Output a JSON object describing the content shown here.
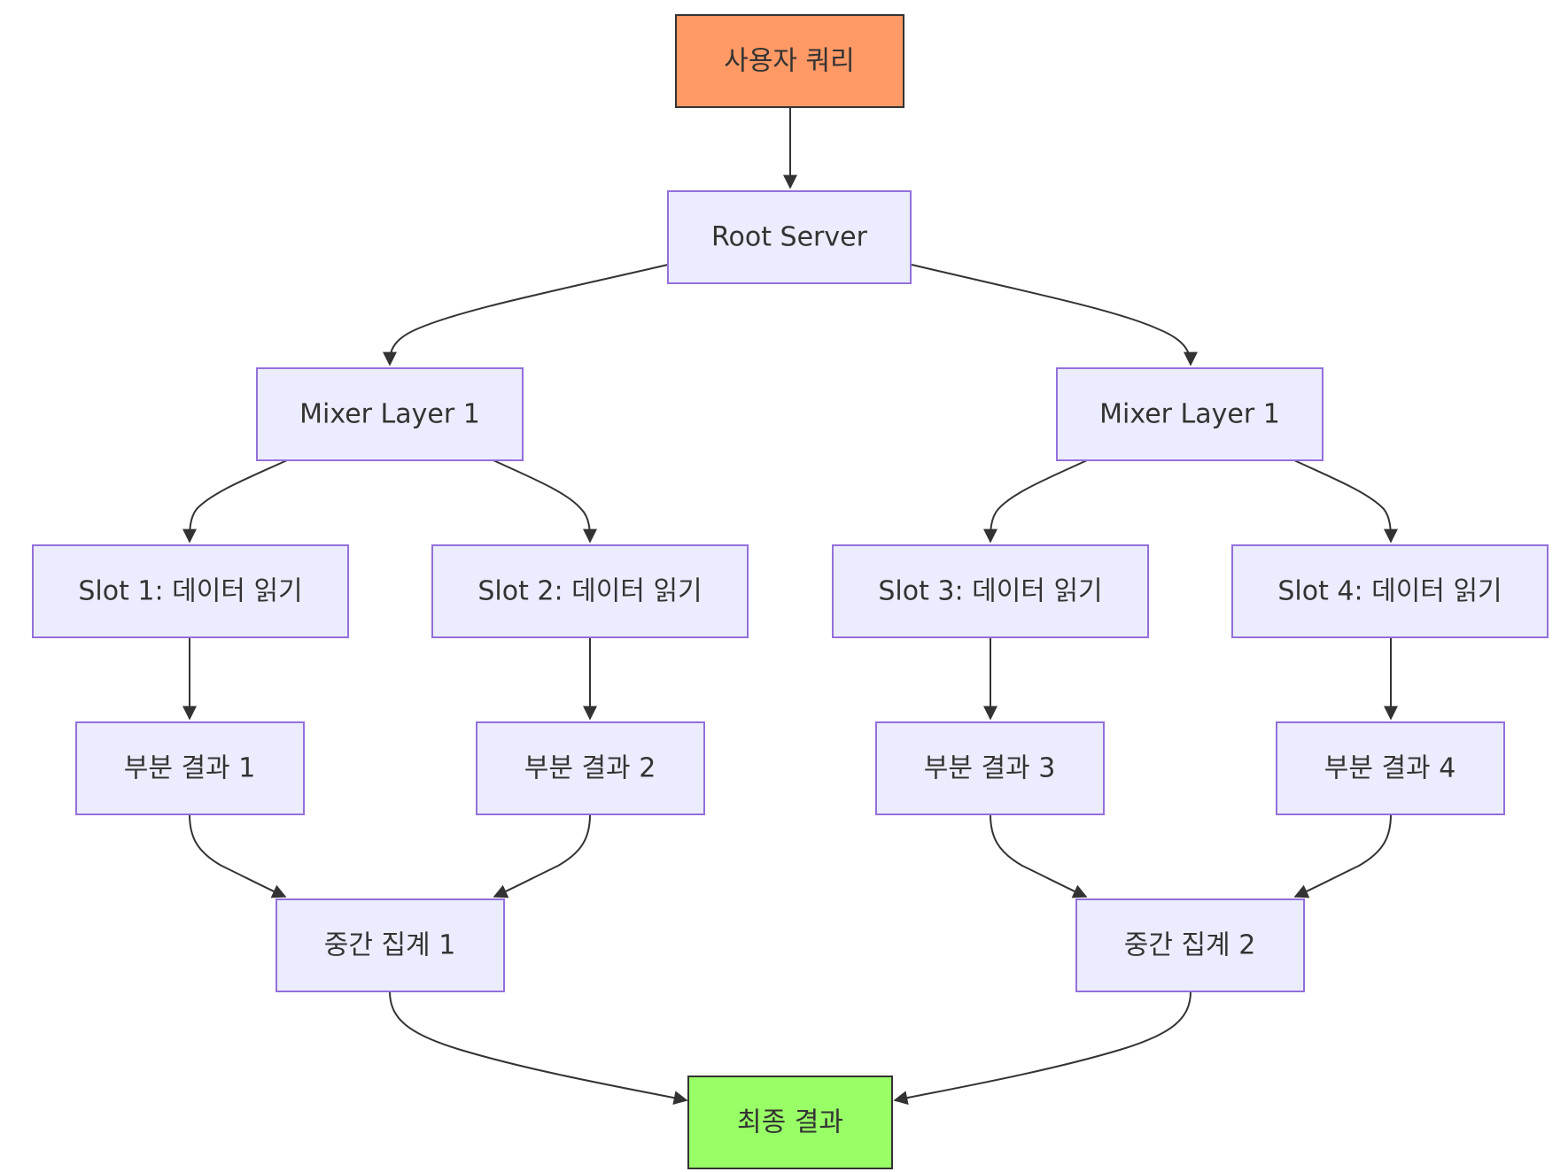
{
  "nodes": {
    "user_query": {
      "label": "사용자 쿼리",
      "fill": "#ff9966",
      "stroke": "#333333"
    },
    "root": {
      "label": "Root Server",
      "fill": "#ececff",
      "stroke": "#9370db"
    },
    "mixer_left": {
      "label": "Mixer Layer 1",
      "fill": "#ececff",
      "stroke": "#9370db"
    },
    "mixer_right": {
      "label": "Mixer Layer 1",
      "fill": "#ececff",
      "stroke": "#9370db"
    },
    "slot1": {
      "label": "Slot 1: 데이터 읽기",
      "fill": "#ececff",
      "stroke": "#9370db"
    },
    "slot2": {
      "label": "Slot 2: 데이터 읽기",
      "fill": "#ececff",
      "stroke": "#9370db"
    },
    "slot3": {
      "label": "Slot 3: 데이터 읽기",
      "fill": "#ececff",
      "stroke": "#9370db"
    },
    "slot4": {
      "label": "Slot 4: 데이터 읽기",
      "fill": "#ececff",
      "stroke": "#9370db"
    },
    "partial1": {
      "label": "부분 결과 1",
      "fill": "#ececff",
      "stroke": "#9370db"
    },
    "partial2": {
      "label": "부분 결과 2",
      "fill": "#ececff",
      "stroke": "#9370db"
    },
    "partial3": {
      "label": "부분 결과 3",
      "fill": "#ececff",
      "stroke": "#9370db"
    },
    "partial4": {
      "label": "부분 결과 4",
      "fill": "#ececff",
      "stroke": "#9370db"
    },
    "agg1": {
      "label": "중간 집계 1",
      "fill": "#ececff",
      "stroke": "#9370db"
    },
    "agg2": {
      "label": "중간 집계 2",
      "fill": "#ececff",
      "stroke": "#9370db"
    },
    "final": {
      "label": "최종 결과",
      "fill": "#99ff66",
      "stroke": "#333333"
    }
  },
  "edges": [
    {
      "from": "user_query",
      "to": "root"
    },
    {
      "from": "root",
      "to": "mixer_left"
    },
    {
      "from": "root",
      "to": "mixer_right"
    },
    {
      "from": "mixer_left",
      "to": "slot1"
    },
    {
      "from": "mixer_left",
      "to": "slot2"
    },
    {
      "from": "mixer_right",
      "to": "slot3"
    },
    {
      "from": "mixer_right",
      "to": "slot4"
    },
    {
      "from": "slot1",
      "to": "partial1"
    },
    {
      "from": "slot2",
      "to": "partial2"
    },
    {
      "from": "slot3",
      "to": "partial3"
    },
    {
      "from": "slot4",
      "to": "partial4"
    },
    {
      "from": "partial1",
      "to": "agg1"
    },
    {
      "from": "partial2",
      "to": "agg1"
    },
    {
      "from": "partial3",
      "to": "agg2"
    },
    {
      "from": "partial4",
      "to": "agg2"
    },
    {
      "from": "agg1",
      "to": "final"
    },
    {
      "from": "agg2",
      "to": "final"
    }
  ],
  "edge_color": "#333333"
}
